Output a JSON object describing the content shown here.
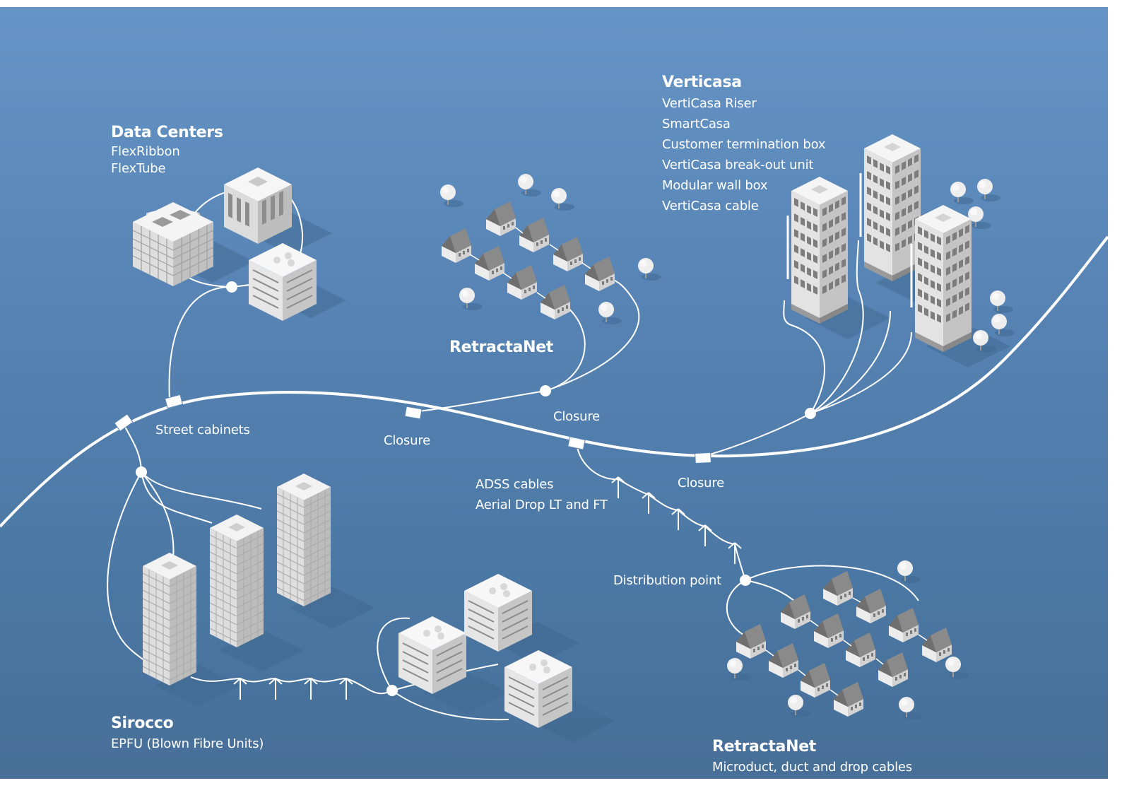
{
  "groups": {
    "data_centers": {
      "title": "Data Centers",
      "items": [
        "FlexRibbon",
        "FlexTube"
      ]
    },
    "verticasa": {
      "title": "Verticasa",
      "items": [
        "VertiCasa Riser",
        "SmartCasa",
        "Customer termination box",
        "VertiCasa break-out unit",
        "Modular wall box",
        "VertiCasa cable"
      ]
    },
    "retractanet_top": {
      "title": "RetractaNet"
    },
    "sirocco": {
      "title": "Sirocco",
      "items": [
        "EPFU (Blown Fibre Units)"
      ]
    },
    "retractanet_bottom": {
      "title": "RetractaNet",
      "items": [
        "Microduct, duct and drop cables"
      ]
    }
  },
  "labels": {
    "street_cabinets": "Street cabinets",
    "closure_1": "Closure",
    "closure_2": "Closure",
    "closure_3": "Closure",
    "adss_cables": "ADSS cables",
    "aerial_drop": "Aerial Drop LT and FT",
    "distribution_point": "Distribution point"
  },
  "colors": {
    "background_top": "#6594c6",
    "background_bottom": "#476f98",
    "cable": "#ffffff",
    "building": "#e9e9e9",
    "roof_dark": "#7b7b7b"
  }
}
